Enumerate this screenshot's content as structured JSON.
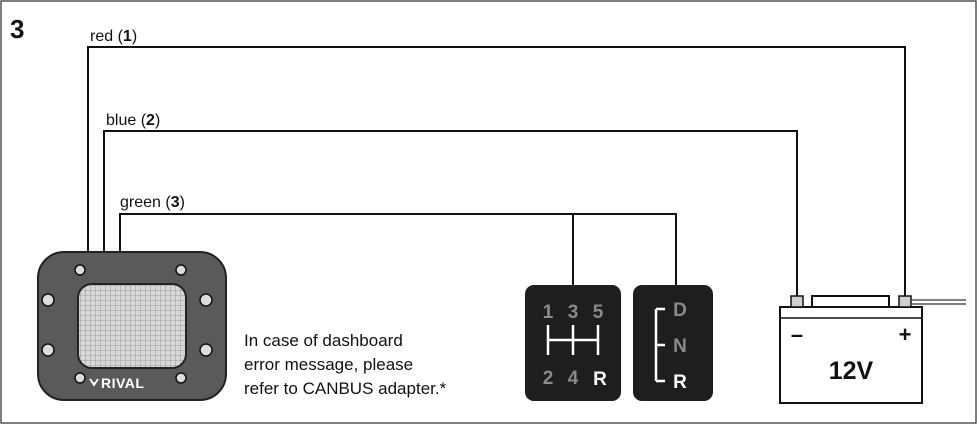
{
  "step_number": "3",
  "wires": [
    {
      "color_word": "red",
      "number": "1",
      "open": " (",
      "close": ")"
    },
    {
      "color_word": "blue",
      "number": "2",
      "open": " (",
      "close": ")"
    },
    {
      "color_word": "green",
      "number": "3",
      "open": " (",
      "close": ")"
    }
  ],
  "device": {
    "brand": "RIVAL",
    "brand_icon": "rival-logo-icon"
  },
  "note_lines": [
    "In case of dashboard",
    "error message, please",
    "refer to CANBUS adapter.*"
  ],
  "manual_gearbox": {
    "top_row": [
      "1",
      "3",
      "5"
    ],
    "bottom_row": [
      "2",
      "4"
    ],
    "reverse": "R"
  },
  "automatic_gearbox": {
    "positions": [
      "D",
      "N",
      "R"
    ]
  },
  "battery": {
    "voltage": "12V",
    "negative": "–",
    "positive": "+"
  },
  "colors": {
    "wire": "#111111",
    "panel": "#1e1e1e",
    "device_body": "#5a5a5a",
    "gear_dim": "#8a8a8a",
    "gear_bright": "#ffffff"
  }
}
